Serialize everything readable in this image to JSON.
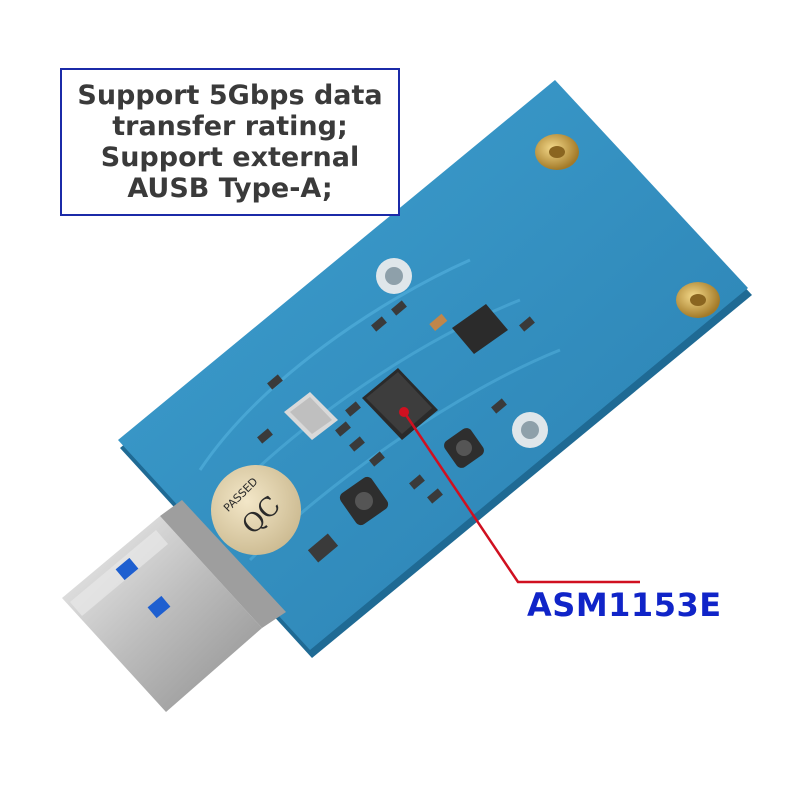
{
  "callout": {
    "line1": "Support 5Gbps data",
    "line2": "transfer rating;",
    "line3": "Support external",
    "line4": "AUSB Type-A;"
  },
  "chip_label": "ASM1153E",
  "qc_sticker": {
    "text_qc": "QC",
    "text_passed": "PASSED"
  },
  "colors": {
    "pcb": "#2f8fc0",
    "pcb_dark": "#1f6a94",
    "callout_border": "#1b2aa8",
    "chip_label": "#1024c8",
    "pointer_line": "#d01020",
    "usb_metal": "#c8c8c8",
    "usb_port_blue": "#1e5fd0"
  }
}
